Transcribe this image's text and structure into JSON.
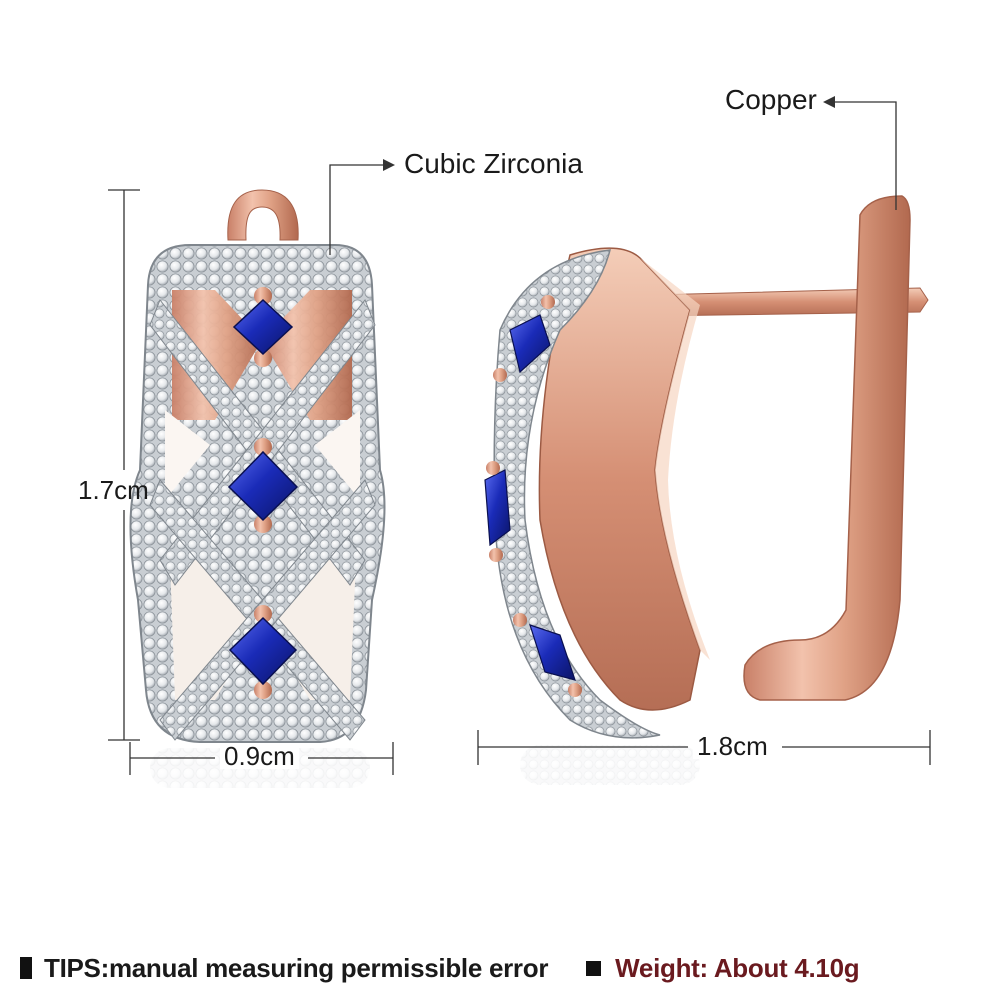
{
  "annotations": {
    "material_frame": "Copper",
    "material_stones": "Cubic Zirconia",
    "height": "1.7cm",
    "front_width": "0.9cm",
    "side_width": "1.8cm"
  },
  "footer": {
    "tips": "TIPS:manual measuring permissible error",
    "weight": "Weight: About 4.10g"
  },
  "colors": {
    "rose_gold": "#e3a48a",
    "rose_gold_dark": "#b56e55",
    "sapphire": "#1a2bb8",
    "zirconia": "#eef0f2",
    "weight_text": "#6a1a1f"
  }
}
